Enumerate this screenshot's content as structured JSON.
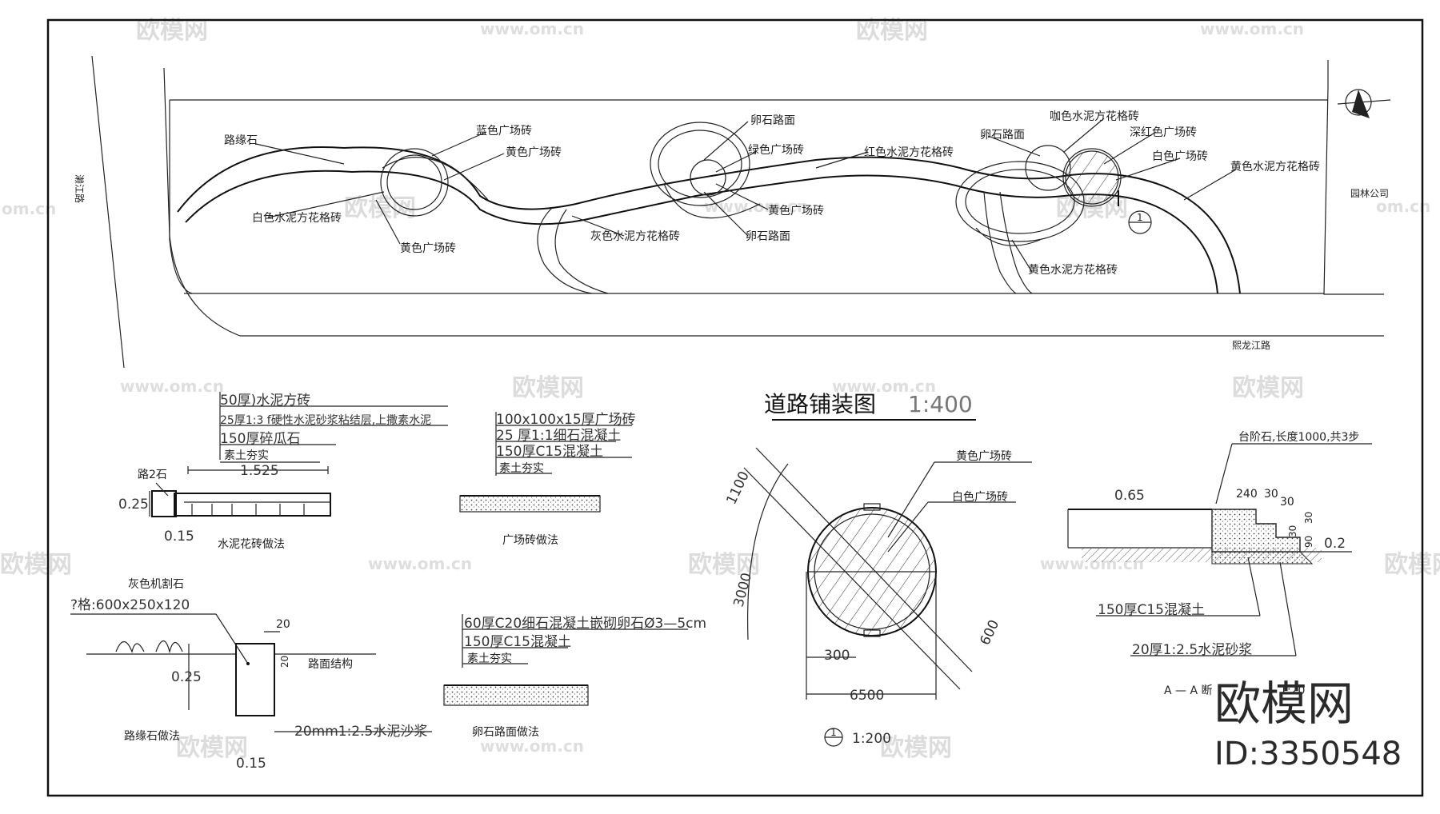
{
  "site_plan": {
    "labels": {
      "road_left": "濑江路",
      "curb": "路缘石",
      "blue_tile": "蓝色广场砖",
      "yellow_tile_1": "黄色广场砖",
      "white_cement_grid": "白色水泥方花格砖",
      "yellow_tile_2": "黄色广场砖",
      "pebble_1": "卵石路面",
      "green_tile": "绿色广场砖",
      "yellow_tile_3": "黄色广场砖",
      "grey_cement_grid": "灰色水泥方花格砖",
      "pebble_2": "卵石路面",
      "red_cement_grid": "红色水泥方花格砖",
      "pebble_3": "卵石路面",
      "brown_cement_grid": "咖色水泥方花格砖",
      "dark_red_tile": "深红色广场砖",
      "white_tile": "白色广场砖",
      "yellow_cement_grid_1": "黄色水泥方花格砖",
      "yellow_cement_grid_2": "黄色水泥方花格砖",
      "garden_company": "园林公司",
      "road_bottom": "熙龙江路",
      "section_mark": "1"
    }
  },
  "cement_grid_detail": {
    "layers": [
      "50厚)水泥方砖",
      "25厚1:3 f硬性水泥砂浆粘结层,上撒素水泥",
      "150厚碎瓜石",
      "素土夯实"
    ],
    "curb_label": "路2石",
    "dim_width": "1.525",
    "dim_height": "0.25",
    "dim_base": "0.15",
    "caption": "水泥花砖做法"
  },
  "square_tile_detail": {
    "layers": [
      "100x100x15厚广场砖",
      "25 厚1:1细石混凝土",
      "150厚C15混凝土",
      "素土夯实"
    ],
    "caption": "广场砖做法"
  },
  "main_title": {
    "title": "道路铺装图",
    "scale": "1:400"
  },
  "circle_detail": {
    "yellow_label": "黄色广场砖",
    "white_label": "白色广场砖",
    "dim_1100": "1100",
    "dim_3000": "3000",
    "dim_300": "300",
    "dim_600": "600",
    "dim_6500": "6500",
    "marker": "1",
    "scale": "1:200"
  },
  "section_detail": {
    "step_label": "台阶石,长度1000,共3步",
    "dim_065": "0.65",
    "dim_240": "240",
    "dim_30a": "30",
    "dim_30b": "30",
    "dim_30c": "30",
    "dim_30d": "30",
    "dim_02": "0.2",
    "dim_90": "90",
    "layer_1": "150厚C15混凝土",
    "layer_2": "20厚1:2.5水泥砂浆",
    "caption": "A — A 断",
    "caption_scale": "1:20"
  },
  "curb_detail": {
    "stone_label": "灰色机割石",
    "spec": "?格:600x250x120",
    "dim_20a": "20",
    "dim_20b": "20",
    "road_struct": "路面结构",
    "dim_025": "0.25",
    "mortar": "20mm1:2.5水泥沙浆",
    "dim_015": "0.15",
    "caption": "路缘石做法"
  },
  "pebble_detail": {
    "layers": [
      "60厚C20细石混凝土嵌砌卵石Ø3—5cm",
      "150厚C15混凝土",
      "素土夯实"
    ],
    "caption": "卵石路面做法"
  },
  "watermarks": {
    "site_name": "欧模网",
    "url": "www.om.cn",
    "url_short": "om.cn"
  },
  "brand": {
    "name": "欧模网",
    "id": "ID:3350548"
  }
}
